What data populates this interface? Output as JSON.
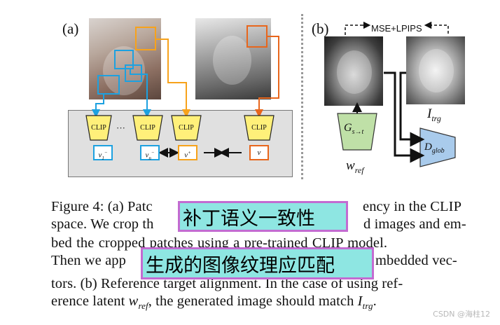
{
  "figure": {
    "panel_a_label": "(a)",
    "panel_b_label": "(b)",
    "clip_labels": [
      "CLIP",
      "CLIP",
      "CLIP",
      "CLIP"
    ],
    "ellipsis": "···",
    "vectors": [
      "v1-",
      "vn-",
      "v+",
      "v"
    ],
    "loss_label": "MSE+LPIPS",
    "generator_label": "G_{s→t}",
    "latent_label": "w_ref",
    "target_label": "I_trg",
    "disc_label": "D_glob"
  },
  "caption": {
    "lines": [
      "Figure 4: (a) Patc",
      "space. We crop th",
      "bed the cropped patches using a pre-trained CLIP model.",
      "Then we app",
      "tors. (b) Reference target alignment. In the case of using ref-",
      "erence latent w_ref, the generated image should match I_trg."
    ],
    "line1_right": "ency in the CLIP",
    "line2_right": "d images and em-",
    "line4_right": "mbedded vec-"
  },
  "overlays": {
    "top": "补丁语义一致性",
    "bottom": "生成的图像纹理应匹配"
  },
  "watermark": "CSDN @海柱12",
  "colors": {
    "blue": "#1da1e0",
    "orange": "#f7a21b",
    "red_orange": "#e8661c",
    "clip_yellow": "#fff07a",
    "generator_green": "#bfe0a7",
    "disc_blue": "#a9cbec",
    "overlay_fill": "#8ee6e2",
    "overlay_border": "#c36bd1"
  }
}
